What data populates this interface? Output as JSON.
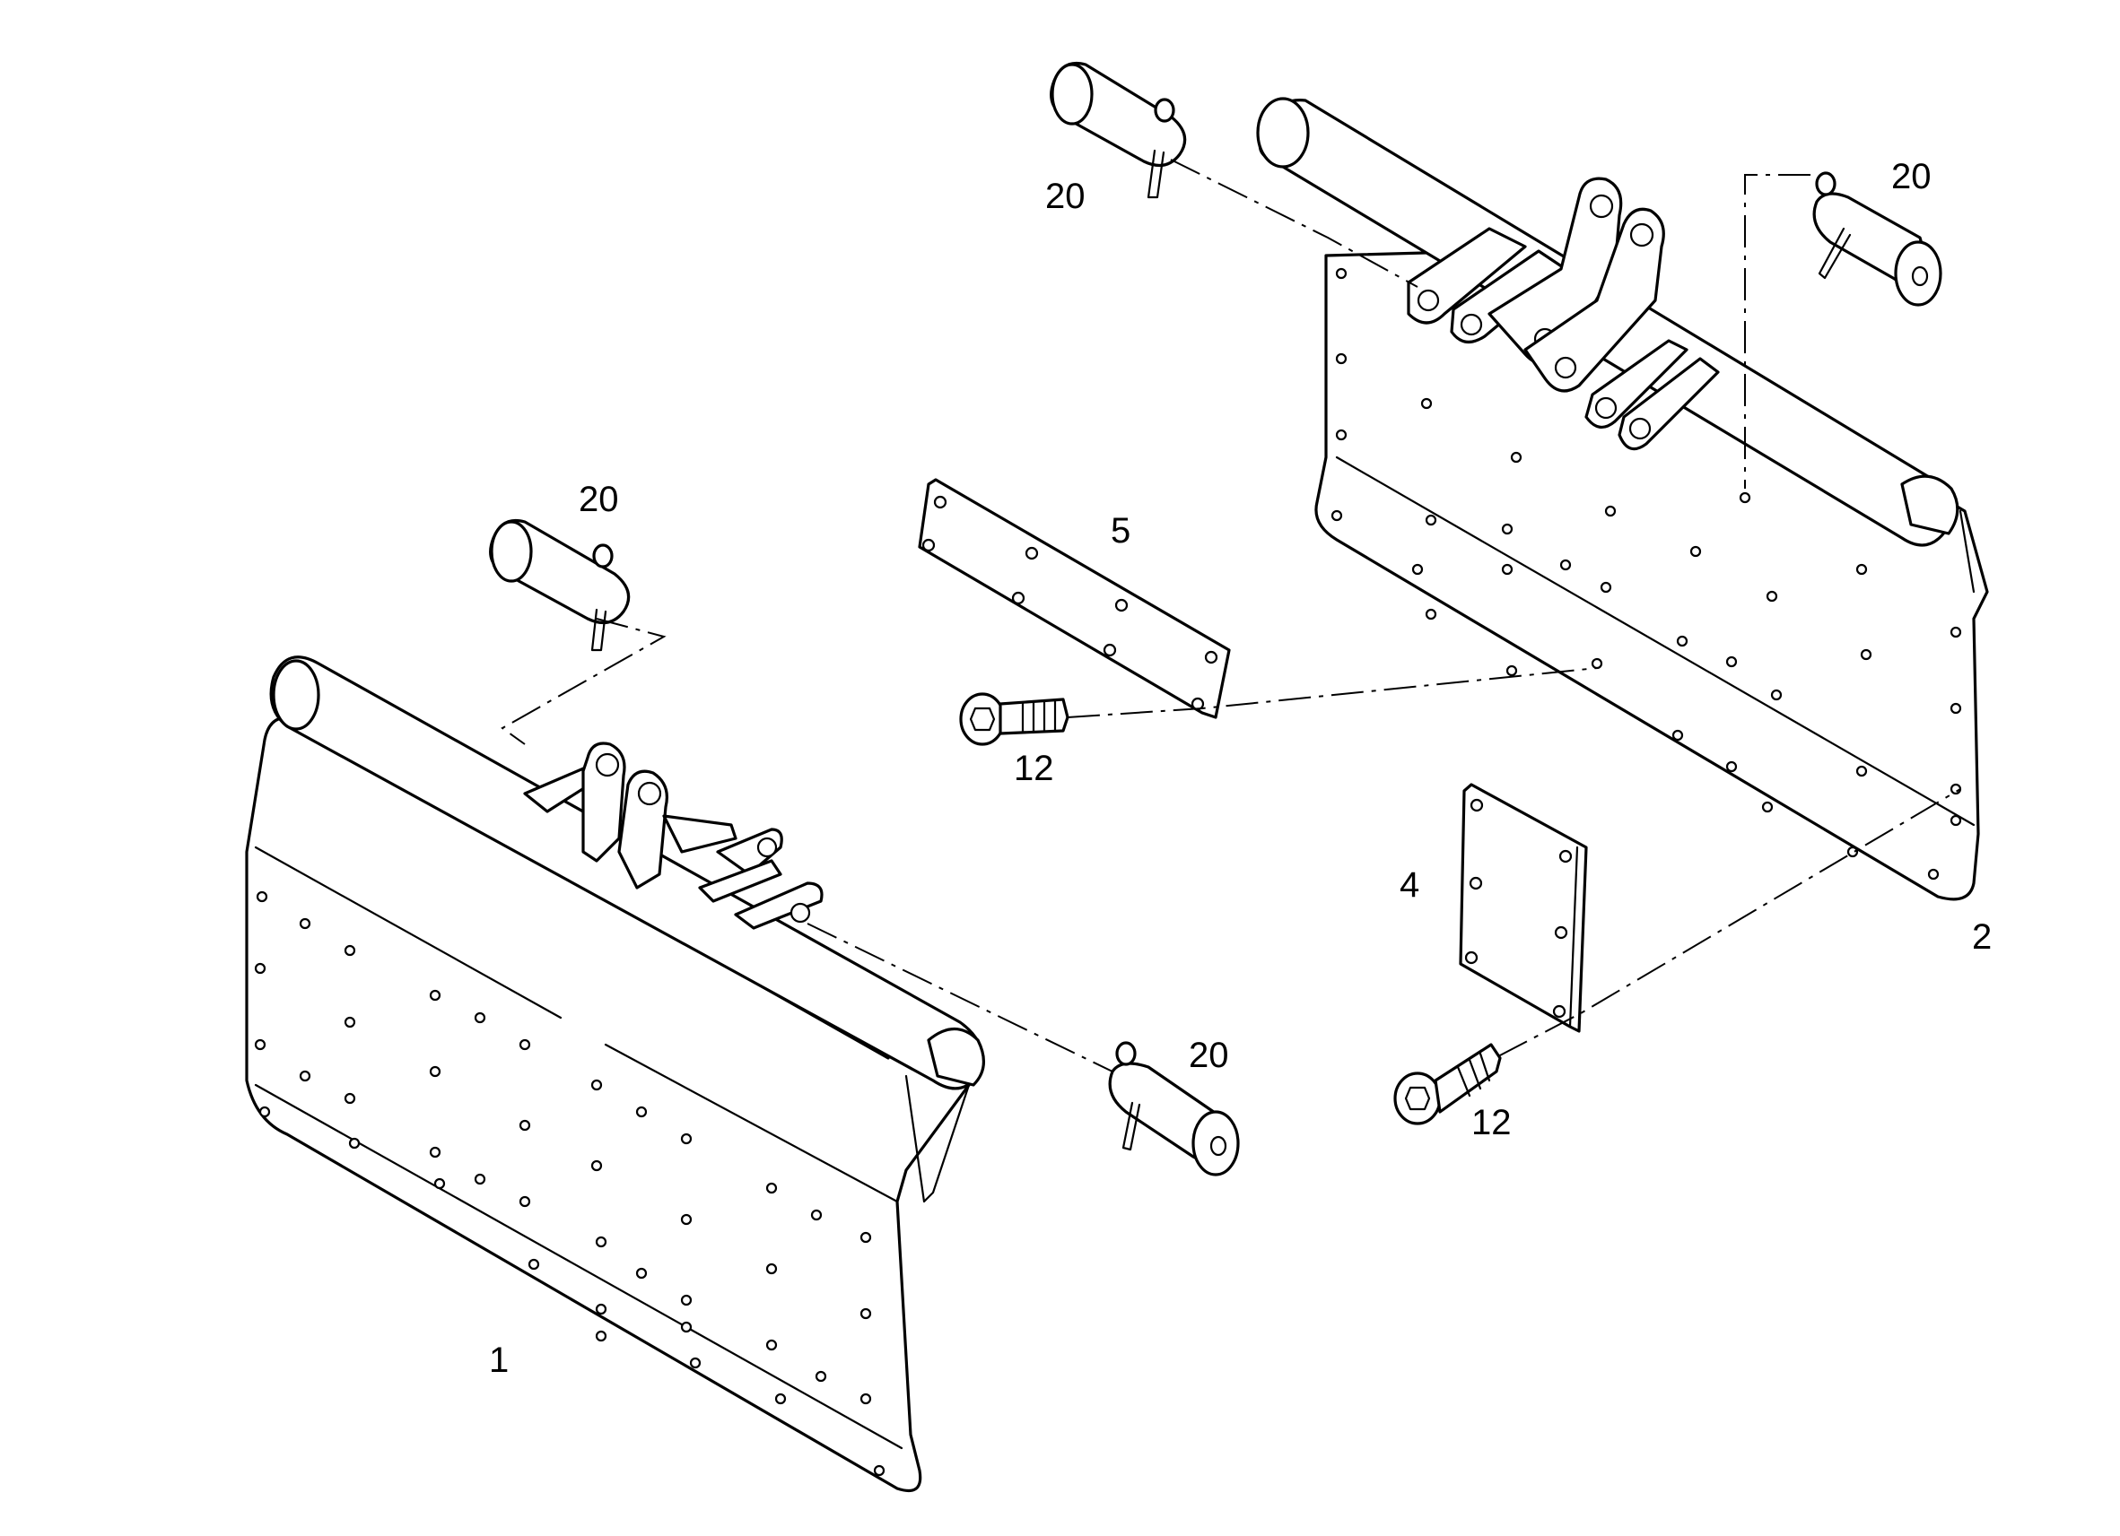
{
  "callouts": {
    "pin_top_center": "20",
    "pin_top_right": "20",
    "pin_left": "20",
    "pin_bottom_center": "20",
    "strip": "5",
    "screw_center": "12",
    "screw_bottom_right": "12",
    "plate_small": "4",
    "plate_left": "1",
    "plate_right": "2"
  },
  "colors": {
    "line": "#000000",
    "background": "#ffffff"
  }
}
